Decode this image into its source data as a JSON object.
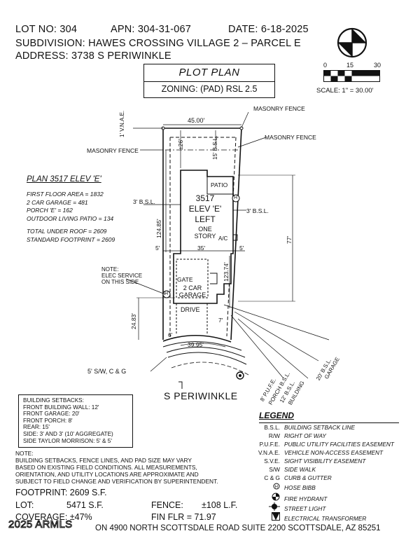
{
  "header": {
    "lot_no": "LOT NO: 304",
    "apn": "APN: 304-31-067",
    "date": "DATE: 6-18-2025",
    "subdivision": "SUBDIVISION: HAWES CROSSING VILLAGE 2 – PARCEL E",
    "address": "ADDRESS: 3738 S PERIWINKLE"
  },
  "title_block": {
    "title": "PLOT PLAN",
    "zoning": "ZONING: (PAD) RSL 2.5"
  },
  "scale": {
    "tick_0": "0",
    "tick_15": "15",
    "tick_30": "30",
    "label": "SCALE: 1\" = 30.00'"
  },
  "plan_info": {
    "title": "PLAN 3517 ELEV 'E'",
    "lines": [
      "FIRST FLOOR AREA = 1832",
      "2 CAR GARAGE = 481",
      "PORCH 'E' = 162",
      "OUTDOOR LIVING PATIO = 134"
    ],
    "totals": [
      "TOTAL UNDER ROOF = 2609",
      "STANDARD FOOTPRINT = 2609"
    ]
  },
  "drawing": {
    "vnae": "1' V.N.A.E.",
    "width_top": "45.00'",
    "masonry_fence_1": "MASONRY FENCE",
    "masonry_fence_2": "MASONRY FENCE",
    "masonry_fence_3": "MASONRY FENCE",
    "rear_setback_dim": "±26'",
    "rear_bsl": "15' B.S.L.",
    "patio": "PATIO",
    "house_plan": "3517",
    "house_elev": "ELEV 'E'",
    "house_hand": "LEFT",
    "house_story_1": "ONE",
    "house_story_2": "STORY",
    "ac": "A/C",
    "left_bsl": "3' B.S.L.",
    "right_bsl": "3' B.S.L.",
    "lot_depth_left": "124.85'",
    "lot_depth_right": "123.74'",
    "house_depth": "77'",
    "side_left": "5'",
    "side_right": "5'",
    "house_width": "35'",
    "note_elec": "NOTE:",
    "note_elec_2": "ELEC SERVICE",
    "note_elec_3": "ON THIS SIDE",
    "gate": "GATE",
    "garage_1": "2 CAR",
    "garage_2": "GARAGE",
    "drive": "DRIVE",
    "front_dim": "24.83'",
    "seven": "7'",
    "six": "6'",
    "frontage": "39.95'",
    "sidewalk": "5' S/W, C & G",
    "pufe": "8' P.U.F.E.",
    "porch_bsl": "PORCH B.S.L.",
    "bldg_bsl_1": "12' B.S.L.",
    "bldg_bsl_2": "BUILDING",
    "garage_bsl_1": "20' B.S.L.",
    "garage_bsl_2": "GARAGE",
    "street": "S   PERIWINKLE",
    "hydrant_h": "H",
    "hose_h": "H"
  },
  "setbacks": {
    "title": "BUILDING SETBACKS:",
    "lines": [
      "FRONT BUILDING WALL: 12'",
      "FRONT GARAGE: 20'",
      "FRONT PORCH: 8'",
      "REAR: 15'",
      "SIDE: 3' AND 3' (10' AGGREGATE)",
      "SIDE TAYLOR MORRISON: 5' & 5'"
    ]
  },
  "legend": {
    "title": "LEGEND",
    "rows": [
      {
        "key": "B.S.L.",
        "value": "BUILDING SETBACK LINE"
      },
      {
        "key": "R/W",
        "value": "RIGHT OF WAY"
      },
      {
        "key": "P.U.F.E.",
        "value": "PUBLIC UTILITY FACILITIES EASEMENT"
      },
      {
        "key": "V.N.A.E.",
        "value": "VEHICLE NON-ACCESS EASEMENT"
      },
      {
        "key": "S.V.E.",
        "value": "SIGHT VISIBILITY EASEMENT"
      },
      {
        "key": "S/W",
        "value": "SIDE WALK"
      },
      {
        "key": "C & G",
        "value": "CURB & GUTTER"
      },
      {
        "key": "H",
        "value": "HOSE BIBB"
      },
      {
        "key": "",
        "value": "FIRE HYDRANT"
      },
      {
        "key": "",
        "value": "STREET LIGHT"
      },
      {
        "key": "",
        "value": "ELECTRICAL TRANSFORMER"
      }
    ]
  },
  "note": {
    "title": "NOTE:",
    "lines": [
      "BUILDING SETBACKS, FENCE LINES, AND PAD SIZE MAY VARY",
      "BASED ON EXISTING FIELD CONDITIONS.  ALL MEASUREMENTS,",
      "ORIENTATION, AND UTILITY LOCATIONS ARE APPROXIMATE AND",
      "SUBJECT TO FIELD CHANGE AND VERIFICATION BY SUPERINTENDENT."
    ]
  },
  "footer": {
    "footprint": "FOOTPRINT: 2609 S.F.",
    "lot_label": "LOT:",
    "lot_value": "5471 S.F.",
    "fence_label": "FENCE:",
    "fence_value": "±108 L.F.",
    "coverage": "COVERAGE: ±47%",
    "fin_flr": "FIN FLR = 71.97",
    "watermark": "2025 ARMLS",
    "address_line": "ON 4900 NORTH SCOTTSDALE ROAD SUITE 2200 SCOTTSDALE, AZ  85251"
  }
}
